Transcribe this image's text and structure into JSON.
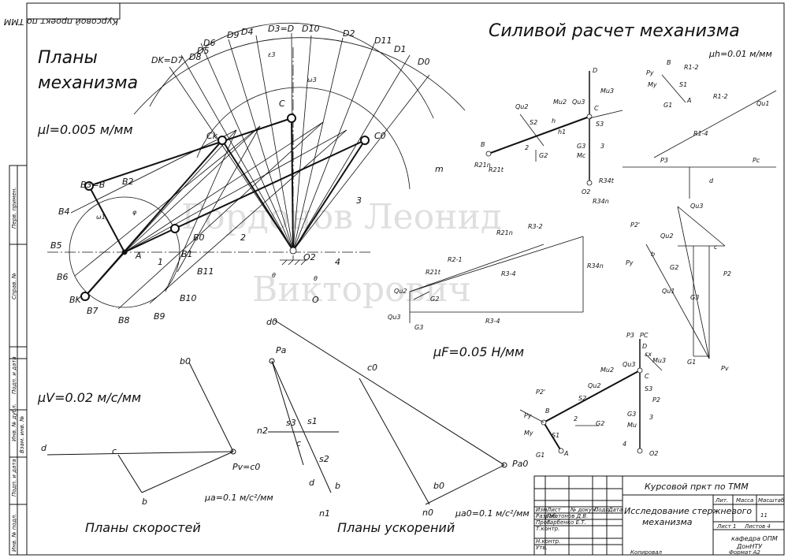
{
  "titles": {
    "mechanism_plans": [
      "Планы",
      "механизма"
    ],
    "force_calc": "Силивой расчет механизма",
    "velocity_plans": "Планы скоростей",
    "acceleration_plans": "Планы ускорений",
    "mirrored_stamp": "Курсовой проект по ТММ"
  },
  "scales": {
    "mu_l": "μl=0.005 м/мм",
    "mu_v": "μV=0.02 м/с/мм",
    "mu_F": "μF=0.05 Н/мм",
    "mu_h": "μh=0.01 м/мм",
    "mu_a": "μa=0.1 м/с²/мм",
    "mu_a0": "μa0=0.1 м/с²/мм"
  },
  "watermark": [
    "Гордонов Леонид",
    "Викторович"
  ],
  "mechanism_labels": {
    "d_points": [
      "D9",
      "D4",
      "D3=D",
      "D10",
      "D2",
      "D11",
      "D1",
      "D0",
      "DK=D7",
      "D6",
      "D8",
      "D5"
    ],
    "b_points": [
      "B3=B",
      "B2",
      "B4",
      "B5",
      "B6",
      "BK",
      "B7",
      "B8",
      "B9",
      "B10",
      "B11",
      "B0",
      "B1"
    ],
    "others": [
      "C",
      "C0",
      "Ck",
      "O2",
      "A",
      "1",
      "2",
      "3",
      "4",
      "m",
      "ω1",
      "ε3",
      "ω3",
      "φ",
      "θ",
      "θ",
      "O"
    ]
  },
  "force_labels": [
    "D",
    "Mu3",
    "C",
    "S3",
    "Qu3",
    "Mu2",
    "h",
    "h1",
    "Qu2",
    "S2",
    "B",
    "2",
    "G2",
    "G3",
    "Mc",
    "3",
    "R21n",
    "R21t",
    "O2",
    "R34n",
    "R34t",
    "Py",
    "B",
    "R1-2",
    "S1",
    "My",
    "G1",
    "A",
    "R1-2",
    "Qu1",
    "R1-4",
    "P3",
    "Pc",
    "d",
    "Qu3",
    "P2'",
    "Qu2",
    "c",
    "b",
    "G2",
    "Py",
    "P2",
    "Qu1",
    "G3",
    "G1",
    "Pv",
    "R3-2",
    "R2-1",
    "R21n",
    "R21t",
    "R3-4",
    "R3-4",
    "R34n",
    "Qu2",
    "G2",
    "Qu3",
    "G3"
  ],
  "lower_mech_labels": [
    "P3",
    "PC",
    "D",
    "εx",
    "Mu3",
    "Qu3",
    "Mu2",
    "Qu2",
    "S2",
    "C",
    "P2",
    "P2'",
    "Py",
    "My",
    "B",
    "S1",
    "A",
    "G1",
    "2",
    "G2",
    "G3",
    "S3",
    "Mu",
    "3",
    "4",
    "O2"
  ],
  "velocity_labels": [
    "b0",
    "d",
    "c",
    "Pv=c0",
    "b"
  ],
  "accel_labels": [
    "Pa",
    "d0",
    "c0",
    "n2",
    "s3",
    "s1",
    "c",
    "s2",
    "d",
    "b",
    "n1",
    "Pa0",
    "b0",
    "n0"
  ],
  "title_block": {
    "course": "Курсовой пркт по ТММ",
    "topic": [
      "Исследование стержневого",
      "механизма"
    ],
    "sheet": "11",
    "dept": [
      "кафедра ОПМ",
      "ДонНТУ"
    ],
    "columns": [
      "Лит.",
      "Масса",
      "Масштаб"
    ],
    "sheet_row": [
      "Лист 1",
      "Листов 4"
    ],
    "roles": [
      "Изм.",
      "Лист",
      "№ докум.",
      "Подп.",
      "Дата",
      "Разраб.",
      "Пров.",
      "Т.контр.",
      "Н.контр.",
      "Утв."
    ],
    "names": [
      "Платонов Д.В.",
      "Гарбенко Е.Т."
    ],
    "copied": "Копировал",
    "format": "Формат А2"
  },
  "side_stamp": [
    "Перв. примен.",
    "Справ. №",
    "Подп. и дата",
    "Инв. № дубл.",
    "Взам. инв. №",
    "Подп. и дата",
    "Инв. № подл."
  ]
}
